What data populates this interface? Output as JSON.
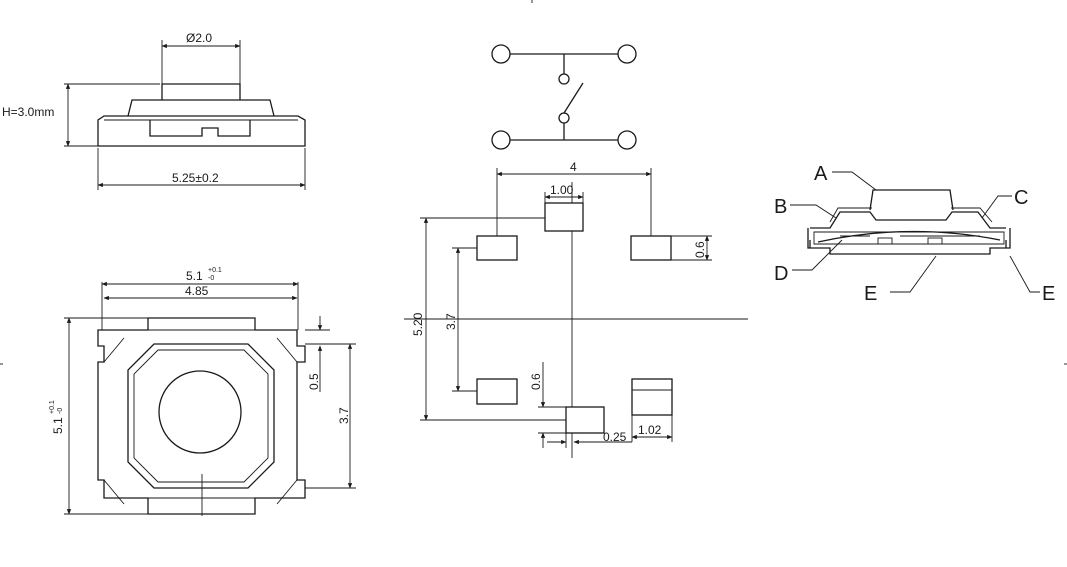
{
  "side_view": {
    "dim_plunger_dia": "Ø2.0",
    "dim_height": "H=3.0mm",
    "dim_width": "5.25±0.2"
  },
  "top_view": {
    "dim_outer_width": "5.1",
    "dim_outer_width_tol_plus": "+0.1",
    "dim_outer_width_tol_minus": "-0",
    "dim_inner_width": "4.85",
    "dim_height": "5.1",
    "dim_height_tol_plus": "+0.1",
    "dim_height_tol_minus": "-0",
    "dim_tab": "0.5",
    "dim_tab_span": "3.7"
  },
  "footprint": {
    "dim_pitch_x": "4",
    "dim_pad_width": "1.00",
    "dim_pad_height": "0.6",
    "dim_span_y": "5.20",
    "dim_inner_y": "3.7",
    "dim_pad_gap": "0.6",
    "dim_offset": "0.25",
    "dim_pad_len": "1.02"
  },
  "section_view": {
    "label_a": "A",
    "label_b": "B",
    "label_c": "C",
    "label_d": "D",
    "label_e1": "E",
    "label_e2": "E"
  }
}
